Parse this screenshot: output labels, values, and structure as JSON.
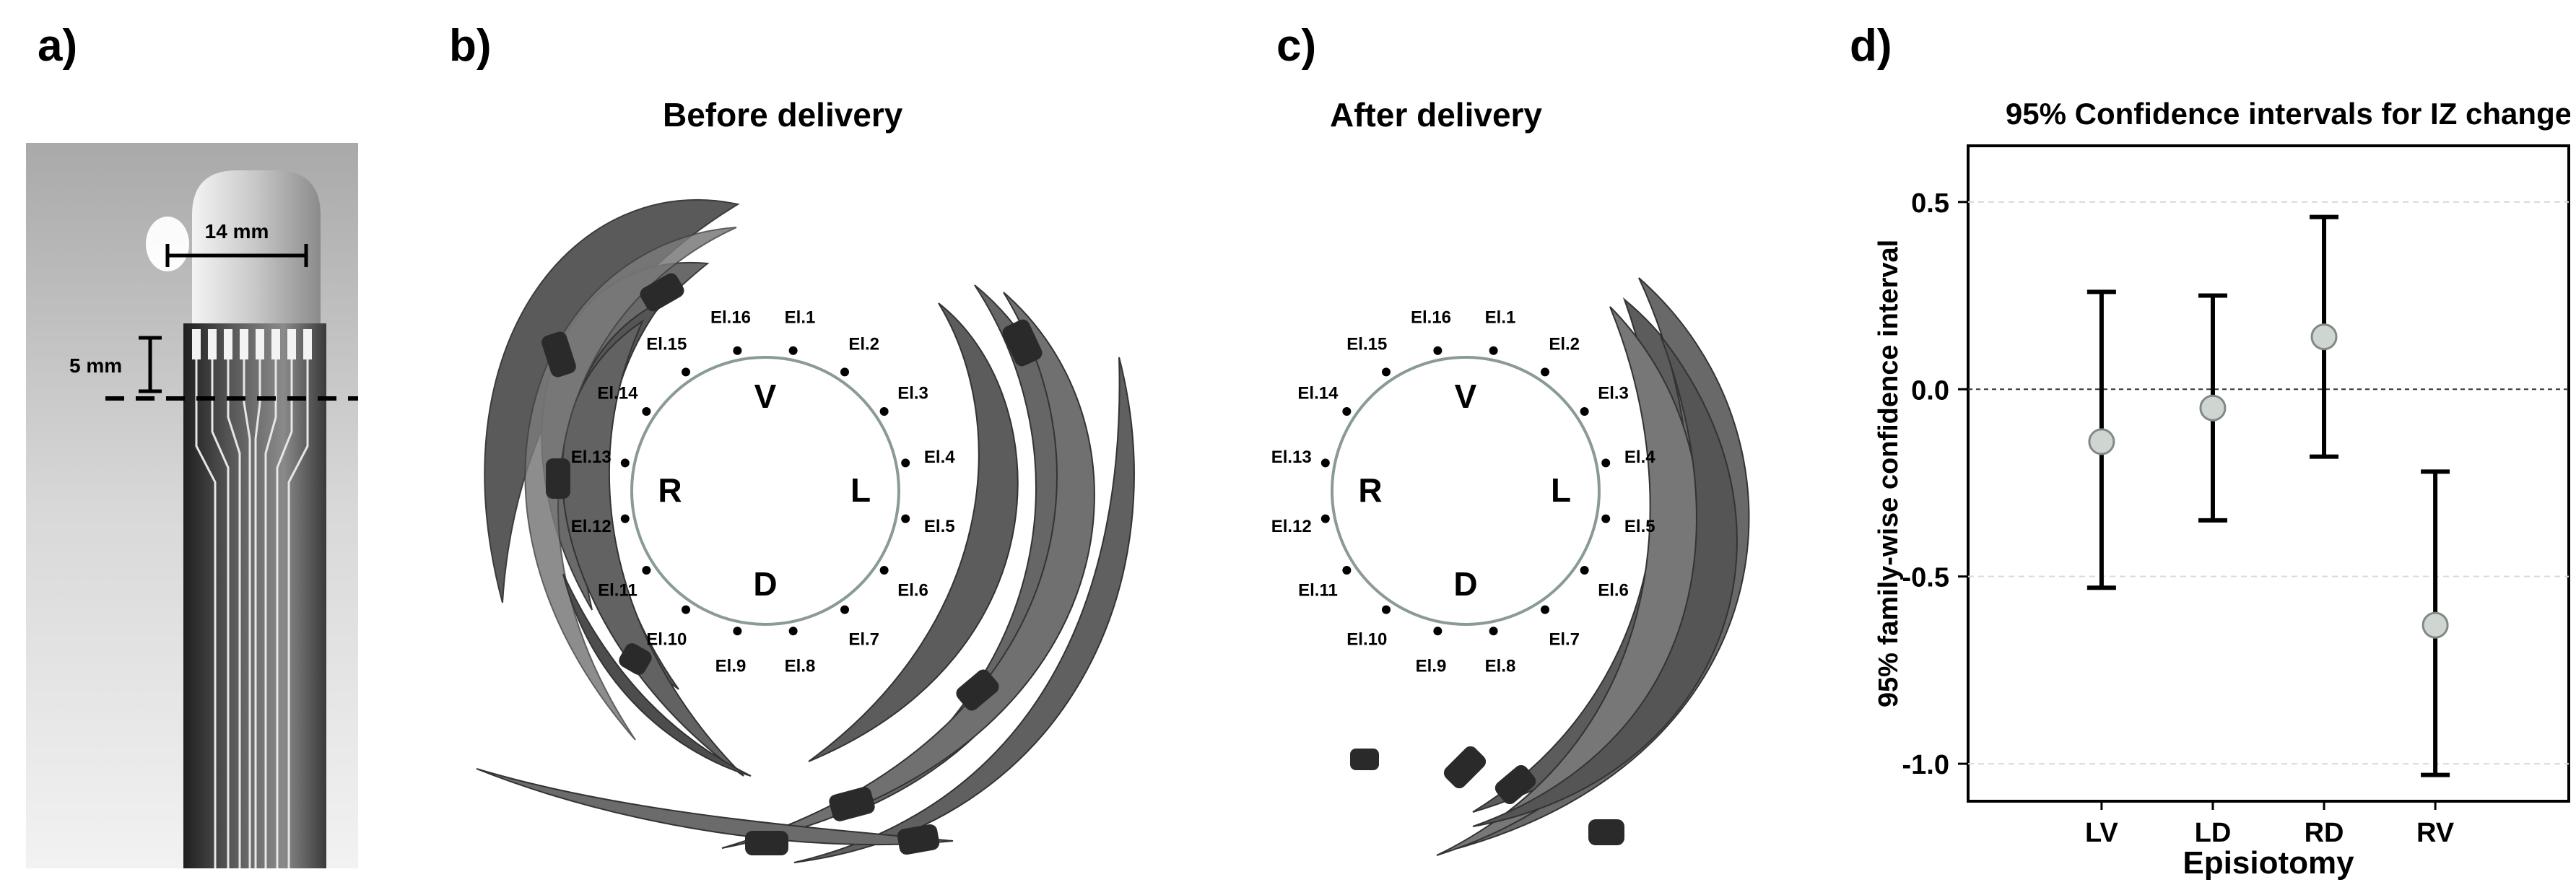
{
  "panels": {
    "a": {
      "letter": "a)",
      "dim_width": "14 mm",
      "dim_height": "5 mm"
    },
    "b": {
      "letter": "b)",
      "title": "Before delivery"
    },
    "c": {
      "letter": "c)",
      "title": "After delivery"
    },
    "d": {
      "letter": "d)"
    }
  },
  "ring": {
    "electrodes": [
      "El.1",
      "El.2",
      "El.3",
      "El.4",
      "El.5",
      "El.6",
      "El.7",
      "El.8",
      "El.9",
      "El.10",
      "El.11",
      "El.12",
      "El.13",
      "El.14",
      "El.15",
      "El.16"
    ],
    "orientation": {
      "top": "V",
      "left": "R",
      "right": "L",
      "bottom": "D"
    }
  },
  "colors": {
    "muscle_dark": "#4a4a4a",
    "muscle_light": "#bdbdbd",
    "ring": "#8a9a94",
    "point_fill": "#cfd6d2"
  },
  "chart_data": {
    "type": "errorbar",
    "title": "95% Confidence intervals for IZ change",
    "xlabel": "Episiotomy",
    "ylabel": "95% family-wise confidence interval",
    "categories": [
      "LV",
      "LD",
      "RD",
      "RV"
    ],
    "estimates": [
      -0.14,
      -0.05,
      0.14,
      -0.63
    ],
    "lower": [
      -0.53,
      -0.35,
      -0.18,
      -1.03
    ],
    "upper": [
      0.26,
      0.25,
      0.46,
      -0.22
    ],
    "yticks": [
      0.5,
      0.0,
      -0.5,
      -1.0
    ],
    "ytick_labels": [
      "0.5",
      "0.0",
      "-0.5",
      "-1.0"
    ],
    "ylim": [
      -1.1,
      0.65
    ],
    "reference_line": 0,
    "grid": true
  }
}
